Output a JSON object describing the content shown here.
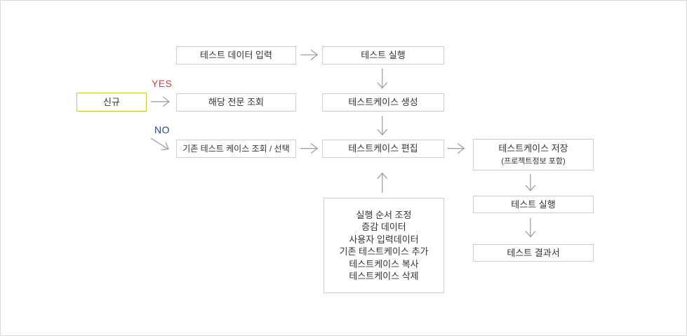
{
  "colors": {
    "canvas_border": "#d9d9d9",
    "box_border": "#cccccc",
    "start_border": "#c5cb3d",
    "arrow": "#999999",
    "text": "#333333",
    "yes": "#e43535",
    "no": "#1a4693"
  },
  "labels": {
    "yes": "YES",
    "no": "NO"
  },
  "nodes": {
    "new": {
      "label": "신규"
    },
    "test_data_input": {
      "label": "테스트 데이터 입력"
    },
    "test_run_top": {
      "label": "테스트 실행"
    },
    "lookup_message": {
      "label": "해당 전문 조회"
    },
    "create_testcase": {
      "label": "테스트케이스 생성"
    },
    "select_existing": {
      "label": "기존 테스트 케이스 조회 / 선택"
    },
    "edit_testcase": {
      "label": "테스트케이스 편집"
    },
    "save_testcase": {
      "label": "테스트케이스 저장",
      "sublabel": "(프로젝트정보 포함)"
    },
    "edit_options": {
      "lines": [
        "실행 순서 조정",
        "증감 데이터",
        "사용자 입력데이터",
        "기존 테스트케이스 추가",
        "테스트케이스 복사",
        "테스트케이스 삭제"
      ]
    },
    "test_run_right": {
      "label": "테스트 실행"
    },
    "test_report": {
      "label": "테스트 결과서"
    }
  }
}
